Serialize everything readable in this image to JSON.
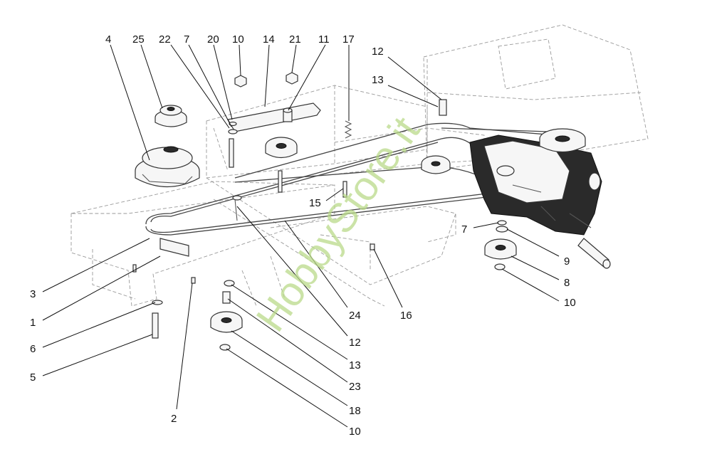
{
  "watermark": "HobbyStore.it",
  "callouts": [
    "4",
    "25",
    "22",
    "7",
    "20",
    "10",
    "14",
    "21",
    "11",
    "17",
    "12",
    "13",
    "15",
    "3",
    "1",
    "6",
    "5",
    "2",
    "24",
    "16",
    "12",
    "13",
    "23",
    "18",
    "10",
    "7",
    "9",
    "8",
    "10"
  ],
  "colors": {
    "line": "#333333",
    "watermark": "#b9d98a",
    "background": "#ffffff"
  }
}
